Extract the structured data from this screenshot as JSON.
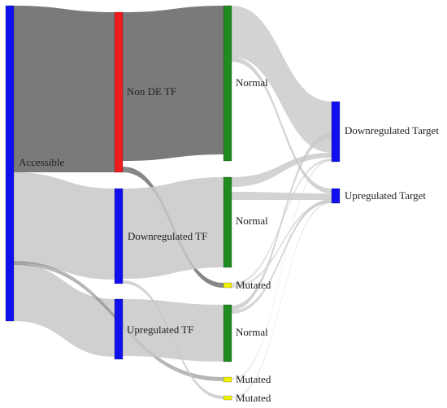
{
  "colors": {
    "blue": "#1010ee",
    "red": "#ee1c1c",
    "green": "#1f8a1f",
    "yellow": "#f2f200",
    "link_gray": "#c8c8c8",
    "link_dark": "#7a7a7a"
  },
  "nodes": [
    {
      "id": "accessible",
      "label": "Accessible",
      "color": "blue"
    },
    {
      "id": "non_de_tf",
      "label": "Non DE TF",
      "color": "red"
    },
    {
      "id": "down_tf",
      "label": "Downregulated TF",
      "color": "blue"
    },
    {
      "id": "up_tf",
      "label": "Upregulated TF",
      "color": "blue"
    },
    {
      "id": "normal_1",
      "label": "Normal",
      "color": "green"
    },
    {
      "id": "normal_2",
      "label": "Normal",
      "color": "green"
    },
    {
      "id": "mutated_1",
      "label": "Mutated",
      "color": "yellow"
    },
    {
      "id": "normal_3",
      "label": "Normal",
      "color": "green"
    },
    {
      "id": "mutated_2",
      "label": "Mutated",
      "color": "yellow"
    },
    {
      "id": "mutated_3",
      "label": "Mutated",
      "color": "yellow"
    },
    {
      "id": "down_target",
      "label": "Downregulated Target",
      "color": "blue"
    },
    {
      "id": "up_target",
      "label": "Upregulated Target",
      "color": "blue"
    }
  ]
}
